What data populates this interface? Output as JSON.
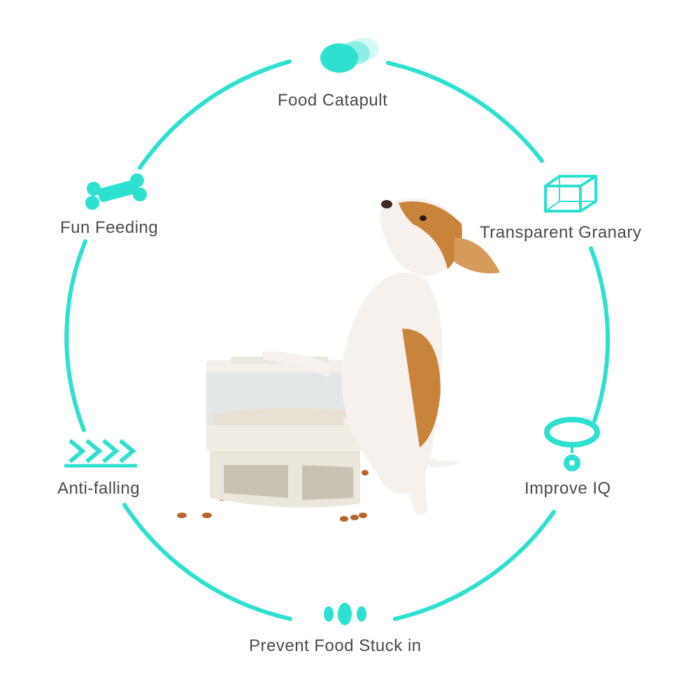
{
  "features": {
    "food_catapult": "Food Catapult",
    "fun_feeding": "Fun Feeding",
    "transparent_granary": "Transparent Granary",
    "anti_falling": "Anti-falling",
    "improve_iq": "Improve IQ",
    "prevent_food_stuck": "Prevent Food Stuck in"
  },
  "colors": {
    "accent": "#2ee0d0",
    "text": "#4a4a4a"
  },
  "icons": {
    "food_catapult": "flying-kibble-icon",
    "fun_feeding": "bone-icon",
    "transparent_granary": "cube-icon",
    "anti_falling": "chevrons-icon",
    "improve_iq": "collar-icon",
    "prevent_food_stuck": "kibble-dots-icon"
  }
}
